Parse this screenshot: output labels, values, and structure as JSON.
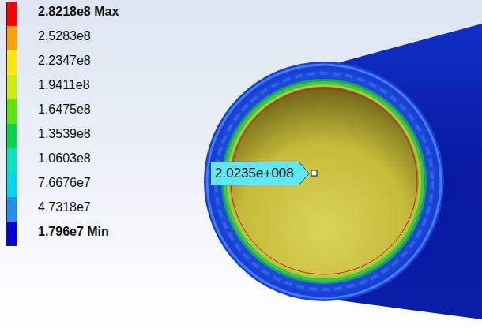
{
  "diagram": {
    "nodes": [
      {
        "text": [
          "2.0235e+008"
        ]
      }
    ],
    "legend": [
      {
        "text": "2.8218e8 Max",
        "color": "#ff0000"
      },
      {
        "text": "2.5283e8",
        "color": "#ffa200"
      },
      {
        "text": "2.2347e8",
        "color": "#ffe800"
      },
      {
        "text": "1.9411e8",
        "color": "#c8f000"
      },
      {
        "text": "1.6475e8",
        "color": "#5ce600"
      },
      {
        "text": "1.3539e8",
        "color": "#00d84a"
      },
      {
        "text": "1.0603e8",
        "color": "#00e8c0"
      },
      {
        "text": "7.6676e7",
        "color": "#00d8f0"
      },
      {
        "text": "4.7318e7",
        "color": "#1e90f0"
      },
      {
        "text": "1.796e7 Min",
        "color": "#0000e0"
      }
    ]
  }
}
